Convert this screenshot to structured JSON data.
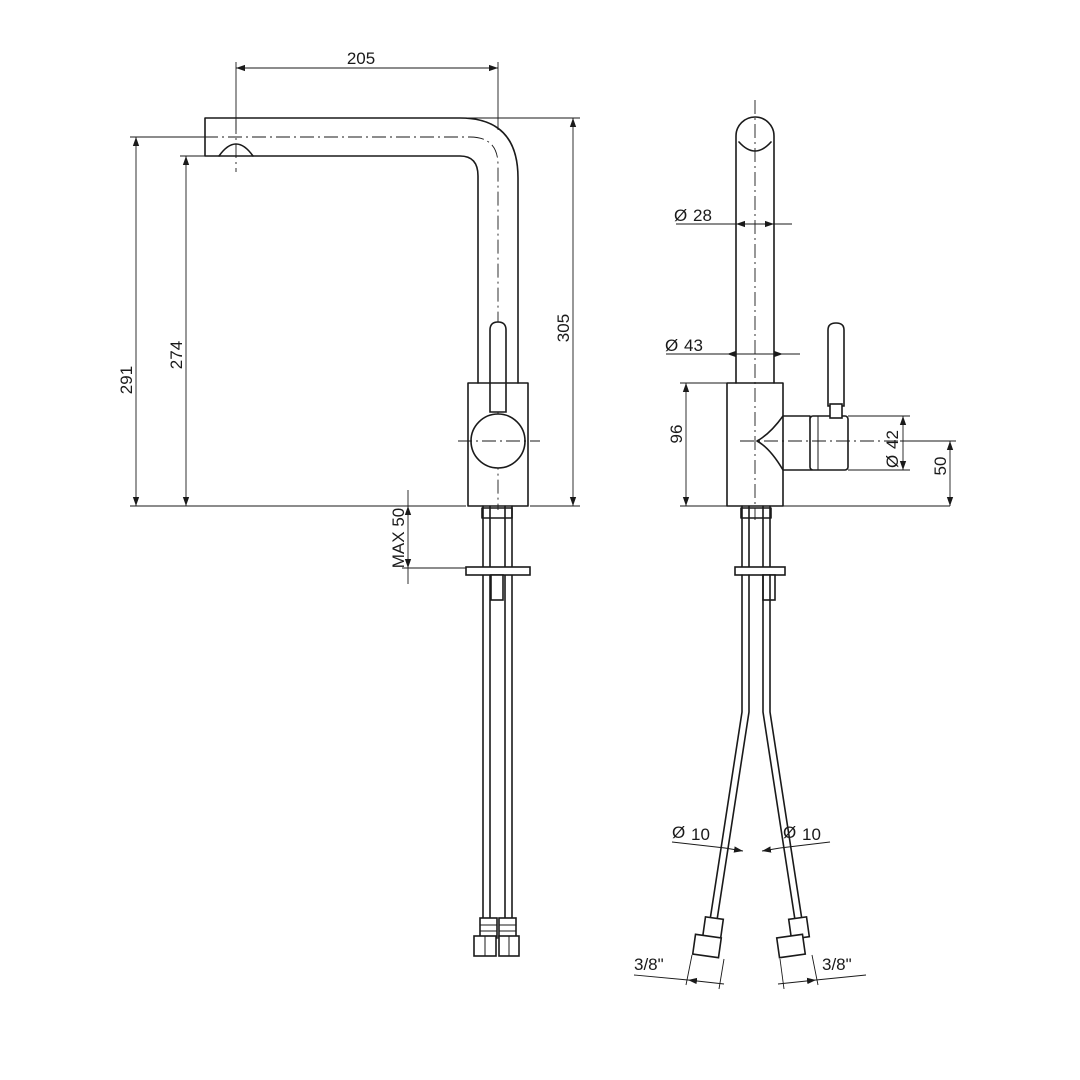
{
  "diagram": {
    "side_view": {
      "dim_spout_reach": "205",
      "dim_total_height": "305",
      "dim_height_291": "291",
      "dim_height_274": "274",
      "dim_max_deck": "MAX 50"
    },
    "front_view": {
      "dim_spout_diameter": "28",
      "dim_body_diameter": "43",
      "dim_handle_diameter": "42",
      "dim_body_height": "96",
      "dim_handle_height": "50",
      "dim_hose_left": "10",
      "dim_hose_right": "10",
      "dim_thread_left": "3/8\"",
      "dim_thread_right": "3/8\""
    },
    "diameter_symbol": "Ø"
  }
}
